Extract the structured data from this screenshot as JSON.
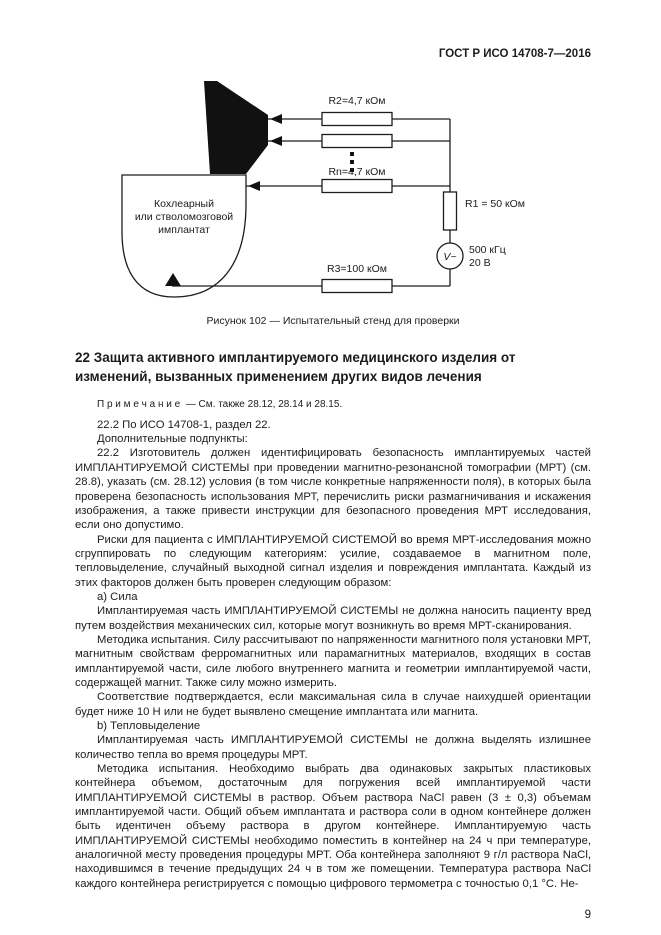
{
  "page": {
    "header": "ГОСТ Р ИСО 14708-7—2016",
    "page_number": "9"
  },
  "figure": {
    "caption": "Рисунок 102 — Испытательный стенд для проверки",
    "implant_label_line1": "Кохлеарный",
    "implant_label_line2": "или стволомозговой",
    "implant_label_line3": "имплантат",
    "labels": {
      "r2": "R2=4,7 кОм",
      "rn": "Rn=4,7 кОм",
      "r3": "R3=100 кОм",
      "r1": "R1 = 50 кОм",
      "source_symbol": "V~",
      "source_freq": "500 кГц",
      "source_volt": "20 В"
    }
  },
  "section": {
    "heading": "22  Защита активного имплантируемого медицинского изделия от изменений, вызванных применением других видов лечения",
    "note_label": "П р и м е ч а н и е",
    "note_text": "— См. также 28.12, 28.14 и 28.15.",
    "paragraphs": [
      "22.2  По ИСО 14708-1, раздел 22.",
      "Дополнительные подпункты:",
      "22.2 Изготовитель должен идентифицировать безопасность имплантируемых частей ИМПЛАНТИРУЕМОЙ СИСТЕМЫ при проведении магнитно-резонансной томографии (МРТ) (см. 28.8), указать (см. 28.12) условия (в том числе конкретные напряженности поля), в которых была проверена безопасность использования МРТ, перечислить риски размагничивания и искажения изображения, а также привести инструкции для безопасного проведения МРТ исследования, если оно допустимо.",
      "Риски для пациента с ИМПЛАНТИРУЕМОЙ СИСТЕМОЙ во время МРТ-исследования можно сгруппировать по следующим категориям: усилие, создаваемое в магнитном поле, тепловыделение, случайный выходной сигнал изделия и повреждения имплантата. Каждый из этих факторов должен быть проверен следующим образом:",
      "а) Сила",
      "Имплантируемая часть ИМПЛАНТИРУЕМОЙ СИСТЕМЫ не должна наносить пациенту вред путем воздействия механических сил, которые могут возникнуть во время МРТ-сканирования.",
      "Методика испытания. Силу рассчитывают по напряженности магнитного поля установки МРТ, магнитным свойствам ферромагнитных или парамагнитных материалов, входящих в состав имплантируемой части, силе любого внутреннего магнита и геометрии имплантируемой части, содержащей магнит. Также силу можно измерить.",
      "Соответствие подтверждается, если максимальная сила в случае наихудшей ориентации будет ниже 10 Н или не будет выявлено смещение имплантата или магнита.",
      "b) Тепловыделение",
      "Имплантируемая часть ИМПЛАНТИРУЕМОЙ СИСТЕМЫ не должна выделять излишнее количество тепла во время процедуры МРТ.",
      "Методика испытания. Необходимо выбрать два одинаковых закрытых пластиковых контейнера объемом, достаточным для погружения всей имплантируемой части ИМПЛАНТИРУЕМОЙ СИСТЕМЫ в раствор. Объем раствора NaCl равен (3 ± 0,3) объемам имплантируемой части. Общий объем имплантата и раствора соли в одном контейнере должен быть идентичен объему раствора в другом контейнере. Имплантируемую часть ИМПЛАНТИРУЕМОЙ СИСТЕМЫ необходимо поместить в контейнер на 24 ч при температуре, аналогичной месту проведения процедуры МРТ. Оба контейнера заполняют 9 г/л раствора NaCl, находившимся в течение предыдущих 24 ч в том же помещении. Температура раствора NaCl каждого контейнера регистрируется с помощью цифрового термометра с точностью 0,1 °С. Не-"
    ]
  }
}
